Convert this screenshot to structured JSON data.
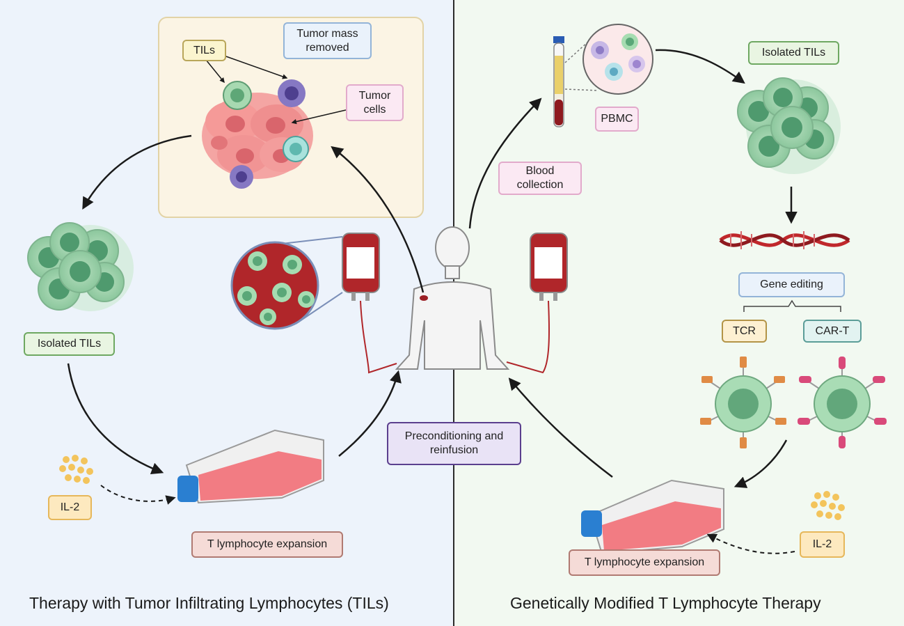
{
  "left_panel": {
    "caption": "Therapy with Tumor Infiltrating Lymphocytes (TILs)",
    "bg_color": "#edf3fb",
    "labels": {
      "tils": "TILs",
      "tumor_mass": "Tumor mass\nremoved",
      "tumor_cells": "Tumor\ncells",
      "isolated_tils": "Isolated TILs",
      "il2": "IL-2",
      "expansion": "T lymphocyte expansion"
    }
  },
  "right_panel": {
    "caption": "Genetically Modified T Lymphocyte Therapy",
    "bg_color": "#f2f9f1",
    "labels": {
      "isolated_tils": "Isolated TILs",
      "pbmc": "PBMC",
      "blood_collection": "Blood\ncollection",
      "gene_editing": "Gene editing",
      "tcr": "TCR",
      "car_t": "CAR-T",
      "il2": "IL-2",
      "expansion": "T lymphocyte expansion"
    }
  },
  "center": {
    "preconditioning": "Preconditioning and\nreinfusion"
  },
  "colors": {
    "cell_green": "#8fc9a0",
    "cell_nucleus": "#4f9a6e",
    "tumor_pink": "#f08f8f",
    "blood_red": "#b0262a",
    "culture_medium": "#f26f77",
    "flask_cap": "#2a7fd1",
    "il2_dots": "#f3c45c",
    "arrow": "#1a1a1a"
  },
  "icons": [
    "tumor-mass-icon",
    "til-cluster-icon",
    "culture-flask-icon",
    "blood-bag-icon",
    "human-body-icon",
    "blood-tube-icon",
    "pbmc-magnifier-icon",
    "dna-helix-icon",
    "tcr-cell-icon",
    "car-t-cell-icon",
    "il2-cytokine-icon"
  ]
}
